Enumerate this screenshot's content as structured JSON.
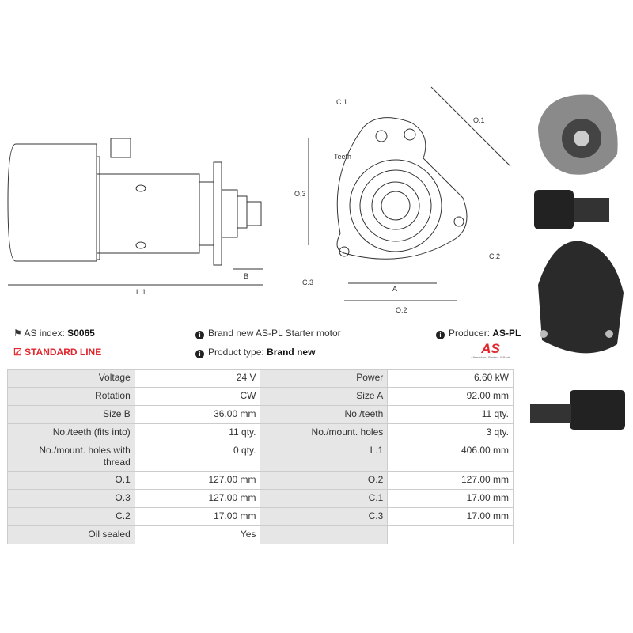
{
  "drawing": {
    "side_labels": {
      "l1": "L.1",
      "b": "B"
    },
    "front_labels": {
      "c1": "C.1",
      "o1": "O.1",
      "teeth": "Teeth",
      "o3": "O.3",
      "c2": "C.2",
      "c3": "C.3",
      "a": "A",
      "o2": "O.2"
    }
  },
  "info": {
    "as_index_label": "AS index:",
    "as_index_value": "S0065",
    "line": "STANDARD LINE",
    "description": "Brand new AS-PL Starter motor",
    "product_type_label": "Product type:",
    "product_type_value": "Brand new",
    "producer_label": "Producer:",
    "producer_value": "AS-PL",
    "logo_text": "AS",
    "logo_tagline": "Alternators, Starters & Parts"
  },
  "colors": {
    "accent": "#e3262e",
    "header_cell": "#e6e6e6"
  },
  "specs": [
    [
      "Voltage",
      "24 V",
      "Power",
      "6.60 kW"
    ],
    [
      "Rotation",
      "CW",
      "Size A",
      "92.00 mm"
    ],
    [
      "Size B",
      "36.00 mm",
      "No./teeth",
      "11 qty."
    ],
    [
      "No./teeth (fits into)",
      "11 qty.",
      "No./mount. holes",
      "3 qty."
    ],
    [
      "No./mount. holes with thread",
      "0 qty.",
      "L.1",
      "406.00 mm"
    ],
    [
      "O.1",
      "127.00 mm",
      "O.2",
      "127.00 mm"
    ],
    [
      "O.3",
      "127.00 mm",
      "C.1",
      "17.00 mm"
    ],
    [
      "C.2",
      "17.00 mm",
      "C.3",
      "17.00 mm"
    ],
    [
      "Oil sealed",
      "Yes",
      "",
      ""
    ]
  ]
}
